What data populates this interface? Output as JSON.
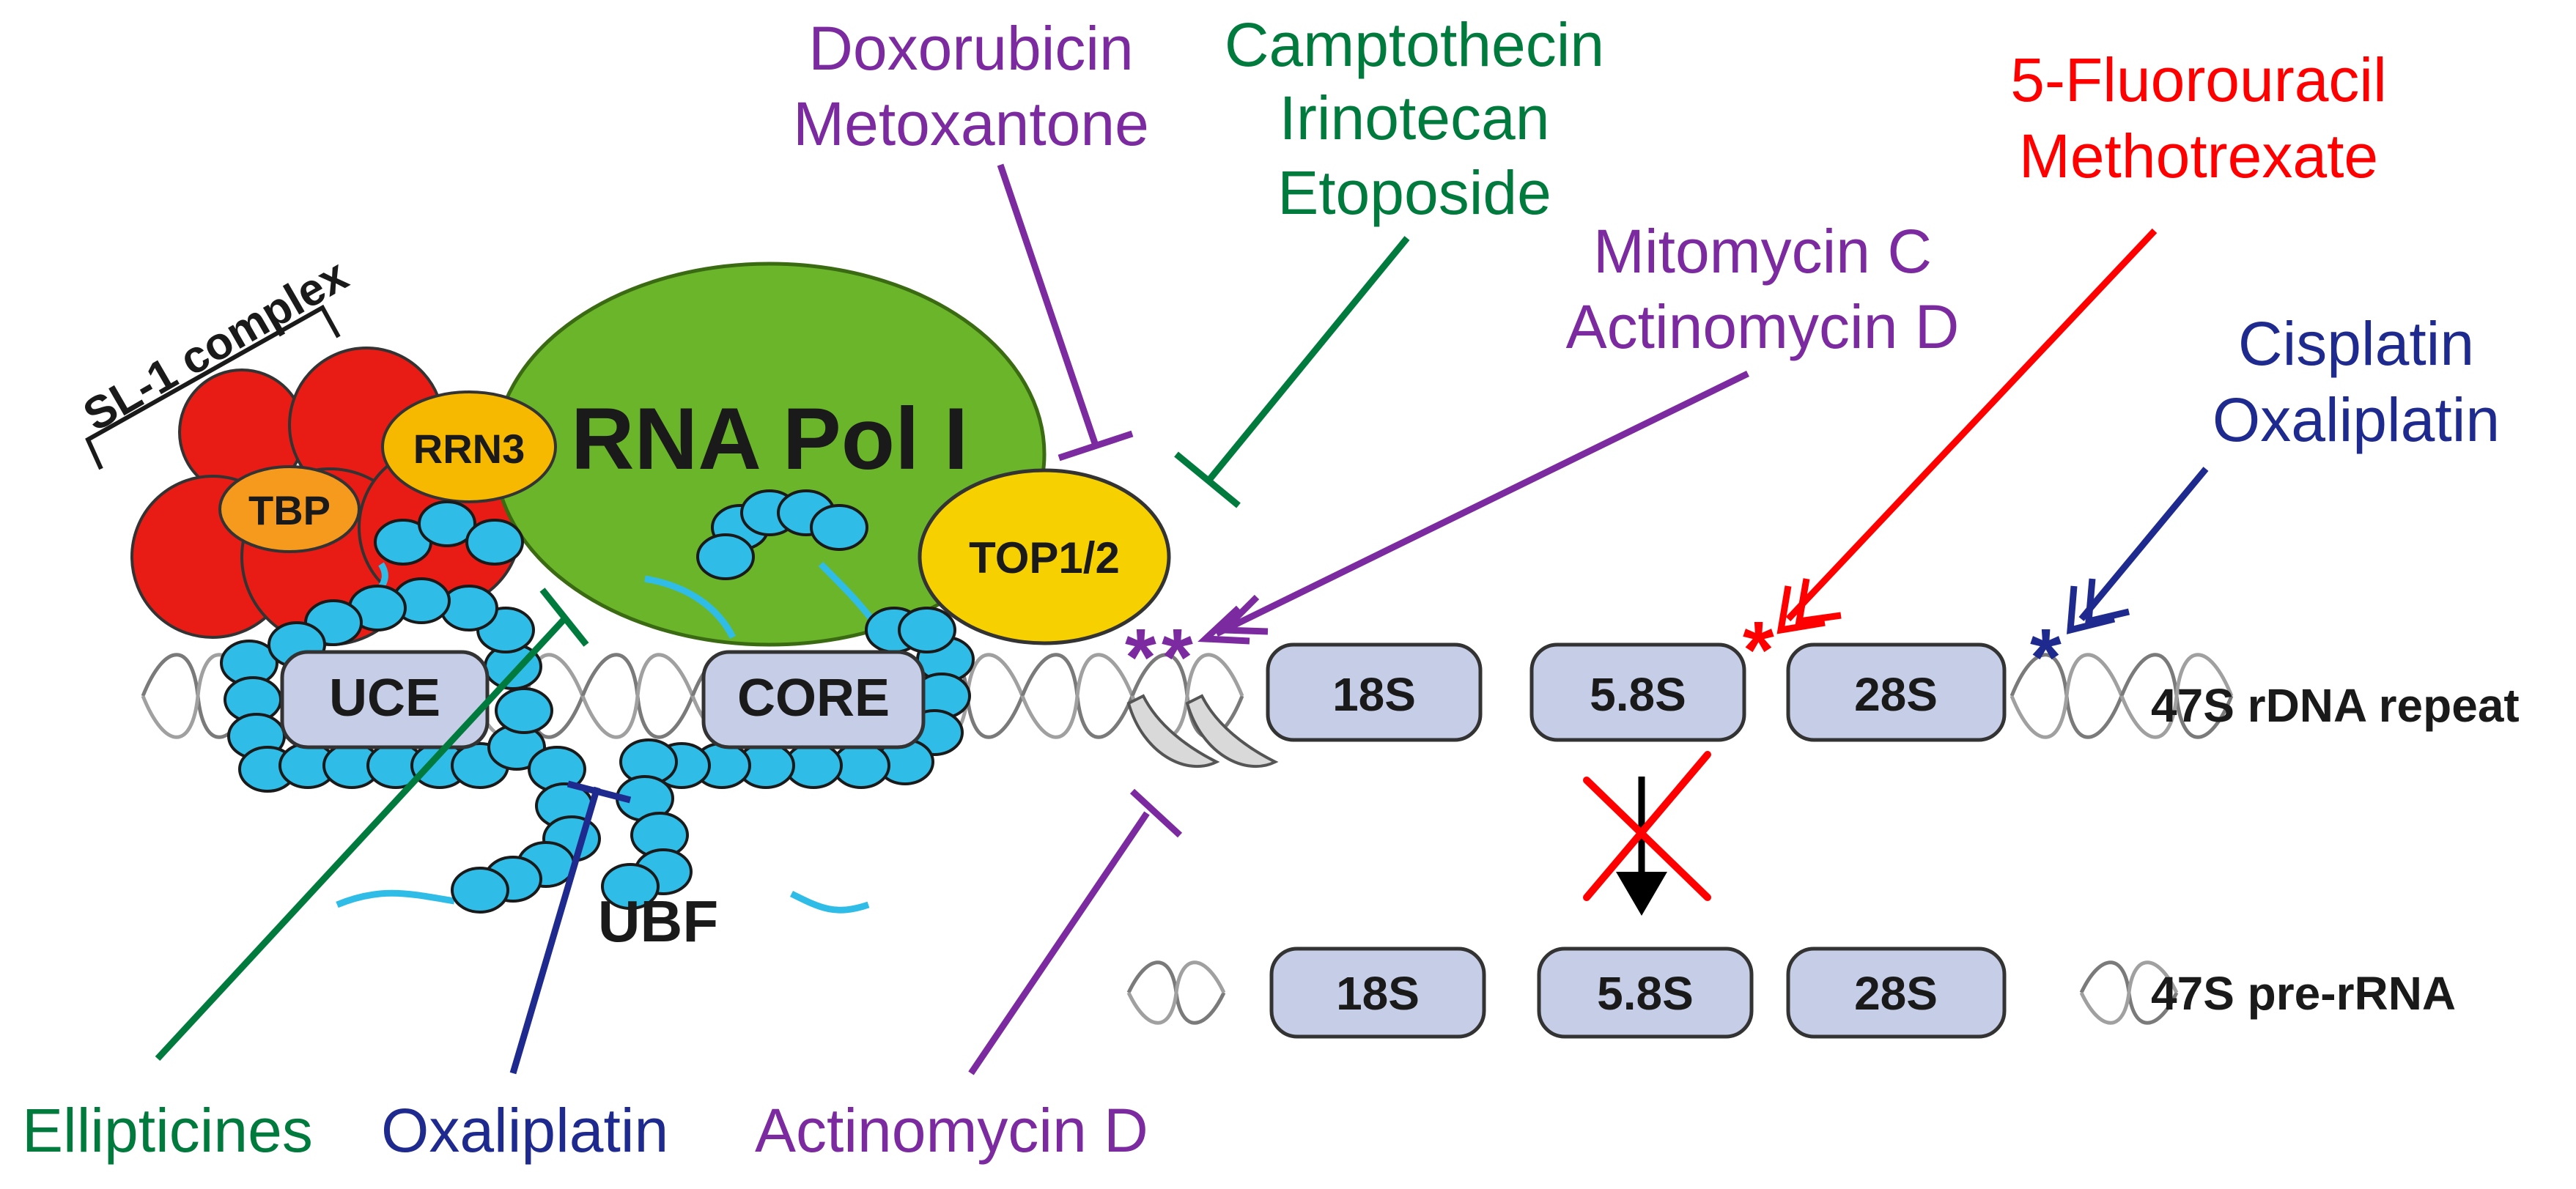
{
  "colors": {
    "green": "#007a3d",
    "purple": "#7b2aa0",
    "red": "#ff0000",
    "blue": "#1f2a8f",
    "pol_green": "#6ab52a",
    "ubf_cyan": "#2fbde8",
    "sl1_red": "#e81c14",
    "top_yellow": "#f7d000",
    "tbp_orange": "#f59a1d",
    "segment_fill": "#c6cde6",
    "helix_gray": "#9a9a9a"
  },
  "drugs": {
    "doxorubicin": "Doxorubicin",
    "metoxantone": "Metoxantone",
    "camptothecin": "Camptothecin",
    "irinotecan": "Irinotecan",
    "etoposide": "Etoposide",
    "fluorouracil": "5-Fluorouracil",
    "methotrexate": "Methotrexate",
    "mitomycin": "Mitomycin C",
    "actinomycin_top": "Actinomycin D",
    "cisplatin": "Cisplatin",
    "oxaliplatin_right": "Oxaliplatin",
    "ellipticines": "Ellipticines",
    "oxaliplatin_bottom": "Oxaliplatin",
    "actinomycin_bottom": "Actinomycin D"
  },
  "labels": {
    "sl1": "SL-1 complex",
    "rrn3": "RRN3",
    "tbp": "TBP",
    "pol": "RNA Pol I",
    "top": "TOP1/2",
    "uce": "UCE",
    "core": "CORE",
    "ubf": "UBF",
    "repeat": "47S rDNA repeat",
    "prerrna": "47S pre-rRNA",
    "seg18": "18S",
    "seg58": "5.8S",
    "seg28": "28S",
    "seg18b": "18S",
    "seg58b": "5.8S",
    "seg28b": "28S"
  }
}
